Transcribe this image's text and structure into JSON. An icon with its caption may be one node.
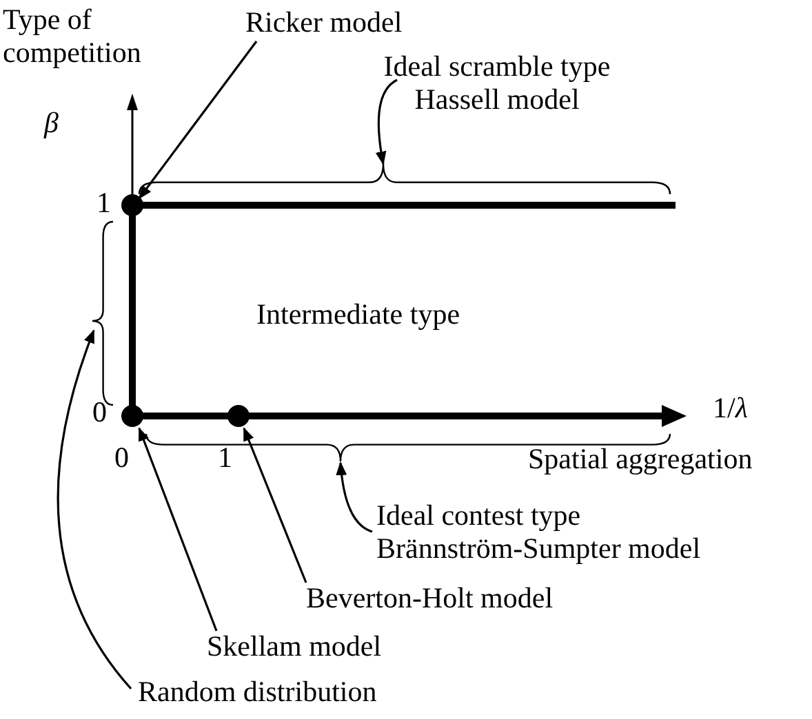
{
  "diagram": {
    "nodes": [
      {
        "text": [
          "Ricker model"
        ]
      },
      {
        "text": [
          "Ideal scramble type Hassell model"
        ]
      },
      {
        "text": [],
        "shape": "brace"
      },
      {
        "text": [],
        "shape": "circle"
      },
      {
        "text": [],
        "shape": "brace"
      },
      {
        "text": [],
        "shape": "circle"
      },
      {
        "text": [],
        "shape": "circle"
      },
      {
        "text": [],
        "shape": "brace"
      },
      {
        "text": [
          "Ideal contest type Brännström-Sumpter model"
        ]
      },
      {
        "text": [
          "Beverton-Holt model"
        ]
      },
      {
        "text": [
          "Skellam model"
        ]
      },
      {
        "text": [
          "Random distribution"
        ]
      }
    ],
    "edges": [
      {
        "from": 0,
        "to": 3,
        "arrow": "to"
      },
      {
        "from": 1,
        "to": 2,
        "arrow": "to"
      },
      {
        "from": 8,
        "to": 7,
        "arrow": "to"
      },
      {
        "from": 9,
        "to": 6,
        "arrow": "to"
      },
      {
        "from": 10,
        "to": 5,
        "arrow": "to"
      },
      {
        "from": 11,
        "to": 4,
        "arrow": "to"
      }
    ],
    "labels": [
      "Type of competition",
      "β",
      "1",
      "0",
      "Intermediate type",
      "1/*λ*",
      "0",
      "1",
      "Spatial aggregation"
    ]
  }
}
